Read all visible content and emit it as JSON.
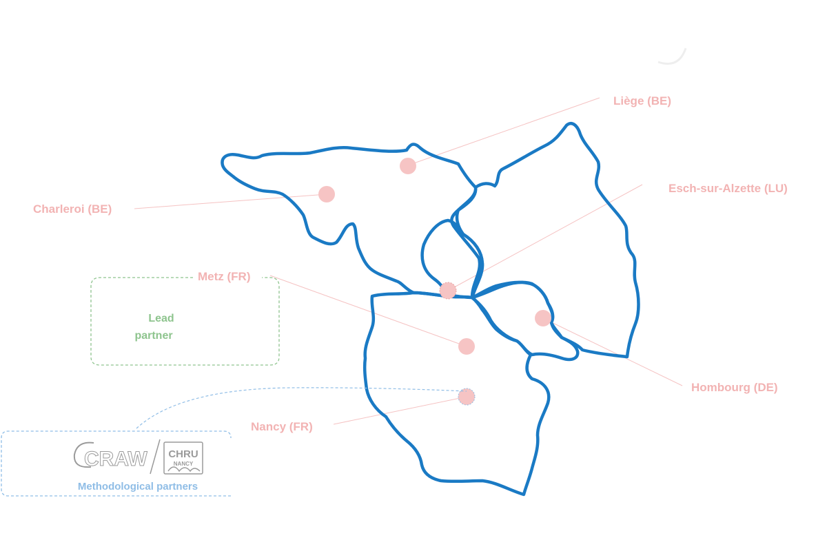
{
  "colors": {
    "border": "#1a7ac4",
    "city": "#f6c4c4",
    "city_label": "#f2b3b3",
    "leader_line": "#f5c2c2",
    "lead_box": "#8ec48e",
    "lead_text": "#8ec48e",
    "meth_box": "#8fbde6",
    "meth_text": "#8fbde6",
    "logo": "#9a9a9a",
    "faint": "#eeeeee"
  },
  "cities": [
    {
      "id": "liege",
      "label": "Liège (BE)",
      "lead": false
    },
    {
      "id": "charleroi",
      "label": "Charleroi (BE)",
      "lead": false
    },
    {
      "id": "esch",
      "label": "Esch-sur-Alzette (LU)",
      "lead": false
    },
    {
      "id": "metz",
      "label": "Metz (FR)",
      "lead": true
    },
    {
      "id": "homburg",
      "label": "Hombourg (DE)",
      "lead": false
    },
    {
      "id": "nancy",
      "label": "Nancy (FR)",
      "lead": false
    }
  ],
  "lead_partner": {
    "line1": "Lead",
    "line2": "partner"
  },
  "methodological": {
    "label": "Methodological partners",
    "logos": [
      {
        "name": "cra-w-logo",
        "text": "CRAW"
      },
      {
        "name": "chru-nancy-logo",
        "text": "CHRU",
        "subtext": "NANCY"
      }
    ]
  }
}
